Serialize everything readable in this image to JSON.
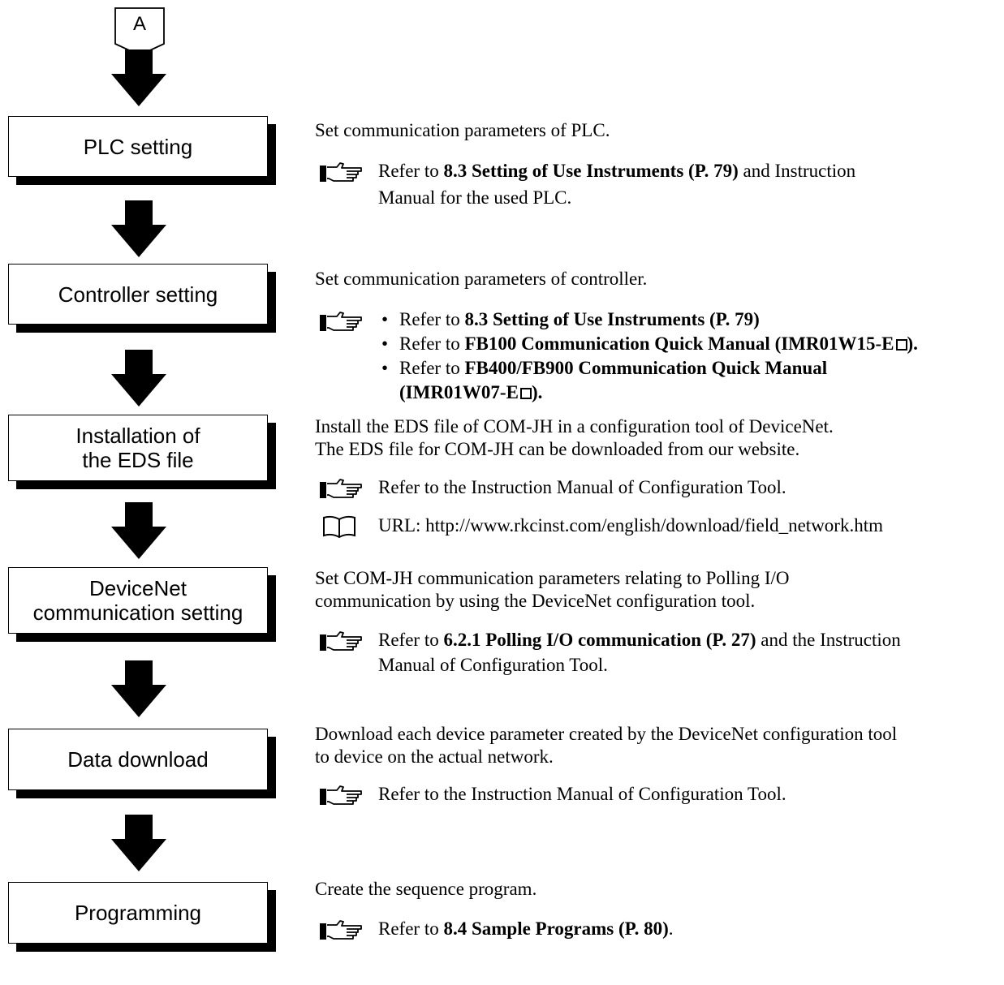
{
  "connector": {
    "label": "A"
  },
  "steps": [
    {
      "label_lines": [
        "PLC setting"
      ],
      "description": [
        "Set communication parameters of PLC."
      ],
      "refs": [
        {
          "prefix": "Refer to ",
          "bold": "8.3 Setting of Use Instruments (P. 79)",
          "suffix": " and Instruction"
        },
        {
          "prefix": "Manual for the used PLC.",
          "bold": "",
          "suffix": ""
        }
      ]
    },
    {
      "label_lines": [
        "Controller setting"
      ],
      "description": [
        "Set communication parameters of controller."
      ],
      "refs": [
        {
          "prefix": "Refer to ",
          "bold": "8.3 Setting of Use Instruments (P. 79)",
          "suffix": ""
        },
        {
          "prefix": "Refer to ",
          "bold": "FB100 Communication Quick Manual (IMR01W15-E",
          "suffix": ")."
        },
        {
          "prefix": "Refer to ",
          "bold": "FB400/FB900 Communication Quick Manual",
          "suffix": ""
        },
        {
          "prefix": "",
          "bold": "(IMR01W07-E",
          "suffix": ")."
        }
      ]
    },
    {
      "label_lines": [
        "Installation of",
        "the EDS file"
      ],
      "description": [
        "Install the EDS file of COM-JH in a configuration tool of DeviceNet.",
        "The EDS file for COM-JH can be downloaded from our website."
      ],
      "refs": [
        {
          "prefix": "Refer to the Instruction Manual of Configuration Tool.",
          "bold": "",
          "suffix": ""
        }
      ],
      "url": "URL: http://www.rkcinst.com/english/download/field_network.htm"
    },
    {
      "label_lines": [
        "DeviceNet",
        "communication setting"
      ],
      "description": [
        "Set COM-JH communication parameters relating to Polling I/O",
        "communication by using the DeviceNet configuration tool."
      ],
      "refs": [
        {
          "prefix": "Refer to ",
          "bold": "6.2.1 Polling I/O communication (P. 27)",
          "suffix": " and the Instruction"
        },
        {
          "prefix": "Manual of Configuration Tool.",
          "bold": "",
          "suffix": ""
        }
      ]
    },
    {
      "label_lines": [
        "Data download"
      ],
      "description": [
        "Download each device parameter created by the DeviceNet configuration tool",
        "to device on the actual network."
      ],
      "refs": [
        {
          "prefix": "Refer to the Instruction Manual of Configuration Tool.",
          "bold": "",
          "suffix": ""
        }
      ]
    },
    {
      "label_lines": [
        "Programming"
      ],
      "description": [
        "Create the sequence program."
      ],
      "refs": [
        {
          "prefix": "Refer to ",
          "bold": "8.4 Sample Programs (P. 80)",
          "suffix": "."
        }
      ]
    }
  ]
}
